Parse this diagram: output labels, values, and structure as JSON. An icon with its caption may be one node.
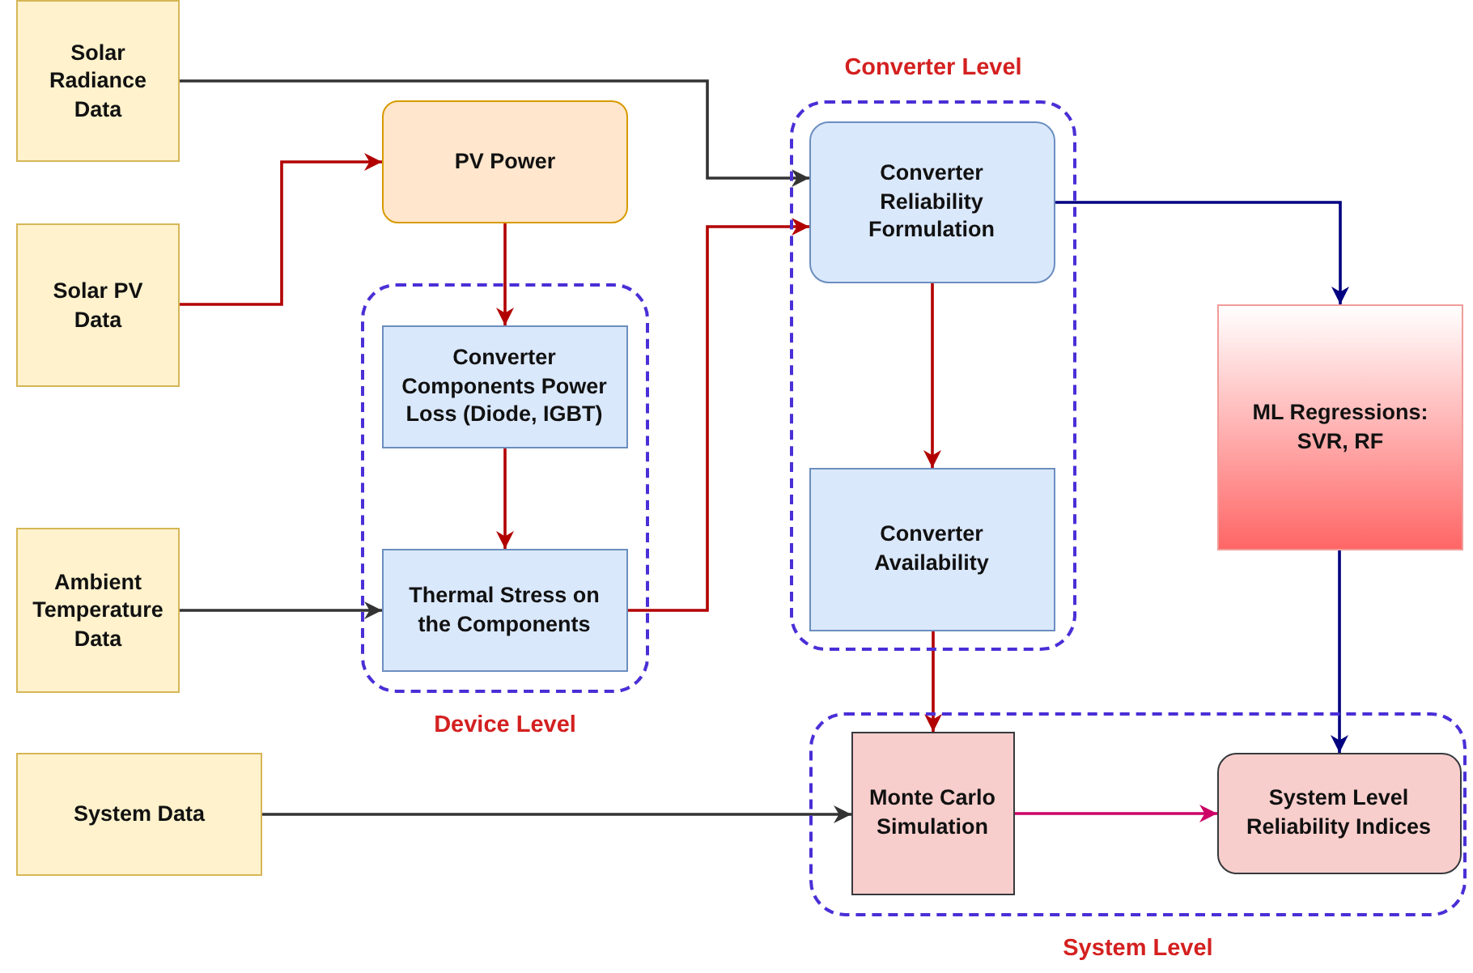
{
  "diagram": {
    "nodes": [
      {
        "text": [
          "Solar Radiance Data"
        ]
      },
      {
        "text": [
          "Solar PV Data"
        ]
      },
      {
        "text": [
          "Ambient Temperature Data"
        ]
      },
      {
        "text": [
          "System Data"
        ]
      },
      {
        "text": [
          "PV Power"
        ]
      },
      {
        "text": [
          "Device Level"
        ]
      },
      {
        "text": [
          "Converter Components Power Loss (Diode, IGBT)"
        ],
        "in": 5
      },
      {
        "text": [
          "Thermal Stress on the Components"
        ],
        "in": 5
      },
      {
        "text": [
          "Converter Level"
        ]
      },
      {
        "text": [
          "Converter Reliability Formulation"
        ],
        "in": 8
      },
      {
        "text": [
          "Converter Availability"
        ],
        "in": 8
      },
      {
        "text": [
          "ML Regressions: SVR, RF"
        ]
      },
      {
        "text": [
          "System Level"
        ]
      },
      {
        "text": [
          "Monte Carlo Simulation"
        ],
        "in": 12
      },
      {
        "text": [
          "System Level Reliability Indices"
        ],
        "in": 12
      }
    ],
    "edges": [
      {
        "from": 0,
        "to": 9,
        "arrow": "to",
        "color": "#333333"
      },
      {
        "from": 1,
        "to": 4,
        "arrow": "to"
      },
      {
        "from": 4,
        "to": 6,
        "arrow": "to"
      },
      {
        "from": 6,
        "to": 7,
        "arrow": "to"
      },
      {
        "from": 2,
        "to": 7,
        "arrow": "to",
        "color": "#333333"
      },
      {
        "from": 7,
        "to": 9,
        "arrow": "to"
      },
      {
        "from": 9,
        "to": 10,
        "arrow": "to"
      },
      {
        "from": 9,
        "to": 11,
        "arrow": "to",
        "color": "#000080"
      },
      {
        "from": 10,
        "to": 13,
        "arrow": "to"
      },
      {
        "from": 11,
        "to": 14,
        "arrow": "to",
        "color": "#000080"
      },
      {
        "from": 3,
        "to": 13,
        "arrow": "to",
        "color": "#333333"
      },
      {
        "from": 13,
        "to": 14,
        "arrow": "to",
        "color": "#cc0066"
      }
    ]
  }
}
